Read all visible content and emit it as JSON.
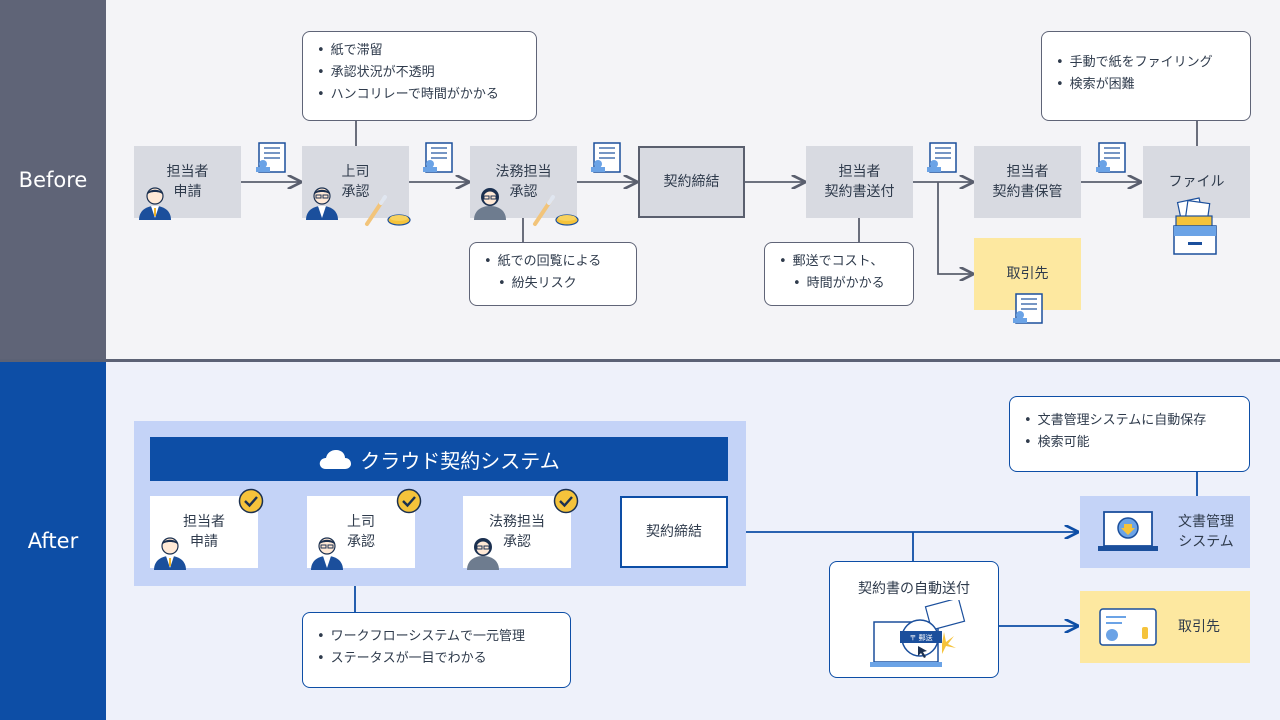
{
  "sections": {
    "before": "Before",
    "after": "After"
  },
  "before": {
    "steps": {
      "applicant": "担当者\n申請",
      "boss": "上司\n承認",
      "legal": "法務担当\n承認",
      "contract": "契約締結",
      "send": "担当者\n契約書送付",
      "store": "担当者\n契約書保管",
      "file": "ファイル",
      "partner": "取引先"
    },
    "notes": {
      "top_left": [
        "紙で滞留",
        "承認状況が不透明",
        "ハンコリレーで時間がかかる"
      ],
      "bottom_legal": [
        "紙での回覧による",
        "紛失リスク"
      ],
      "bottom_send": [
        "郵送でコスト、",
        "時間がかかる"
      ],
      "top_right": [
        "手動で紙をファイリング",
        "検索が困難"
      ]
    }
  },
  "after": {
    "system_title": "クラウド契約システム",
    "steps": {
      "applicant": "担当者\n申請",
      "boss": "上司\n承認",
      "legal": "法務担当\n承認",
      "contract": "契約締結"
    },
    "auto_send": "契約書の自動送付",
    "stamp_label": "〒 郵送",
    "doc_system": "文書管理\nシステム",
    "partner": "取引先",
    "notes": {
      "top_right": [
        "文書管理システムに自動保存",
        "検索可能"
      ],
      "bottom": [
        "ワークフローシステムで一元管理",
        "ステータスが一目でわかる"
      ]
    }
  },
  "colors": {
    "blue": "#0d4ea6",
    "grey": "#d8dae1",
    "yellow": "#fde8a0",
    "light_blue": "#c4d3f7",
    "check_yellow": "#f5c33b"
  },
  "icons": [
    "person-icon",
    "document-icon",
    "pen-icon",
    "stamp-icon",
    "file-cabinet-icon",
    "check-icon",
    "cloud-icon",
    "laptop-icon",
    "envelope-icon"
  ]
}
